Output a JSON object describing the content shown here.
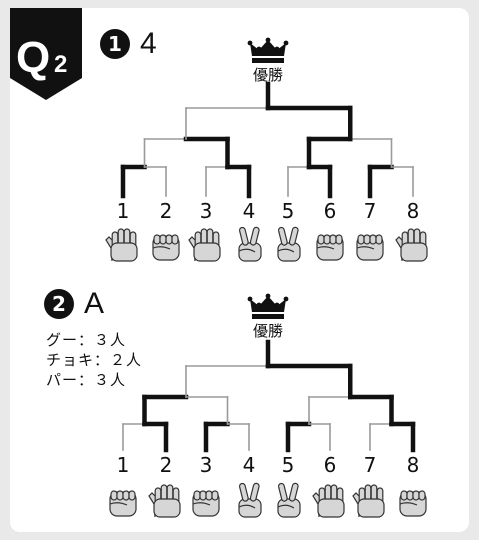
{
  "badge": {
    "letter": "Q",
    "number": "2"
  },
  "q1": {
    "index": "1",
    "answer": "4",
    "winner_label": "優勝",
    "players": [
      "1",
      "2",
      "3",
      "4",
      "5",
      "6",
      "7",
      "8"
    ],
    "hands": [
      "paper",
      "rock",
      "paper",
      "scissors",
      "scissors",
      "rock",
      "rock",
      "paper"
    ]
  },
  "q2": {
    "index": "2",
    "answer": "A",
    "winner_label": "優勝",
    "counts": [
      "グー：３人",
      "チョキ：２人",
      "パー：３人"
    ],
    "players": [
      "1",
      "2",
      "3",
      "4",
      "5",
      "6",
      "7",
      "8"
    ],
    "hands": [
      "rock",
      "paper",
      "rock",
      "scissors",
      "scissors",
      "paper",
      "paper",
      "rock"
    ]
  },
  "colors": {
    "line": "#111111",
    "hand_fill": "#d6d6d6",
    "card": "#ffffff",
    "bg": "#e9e9e9"
  }
}
